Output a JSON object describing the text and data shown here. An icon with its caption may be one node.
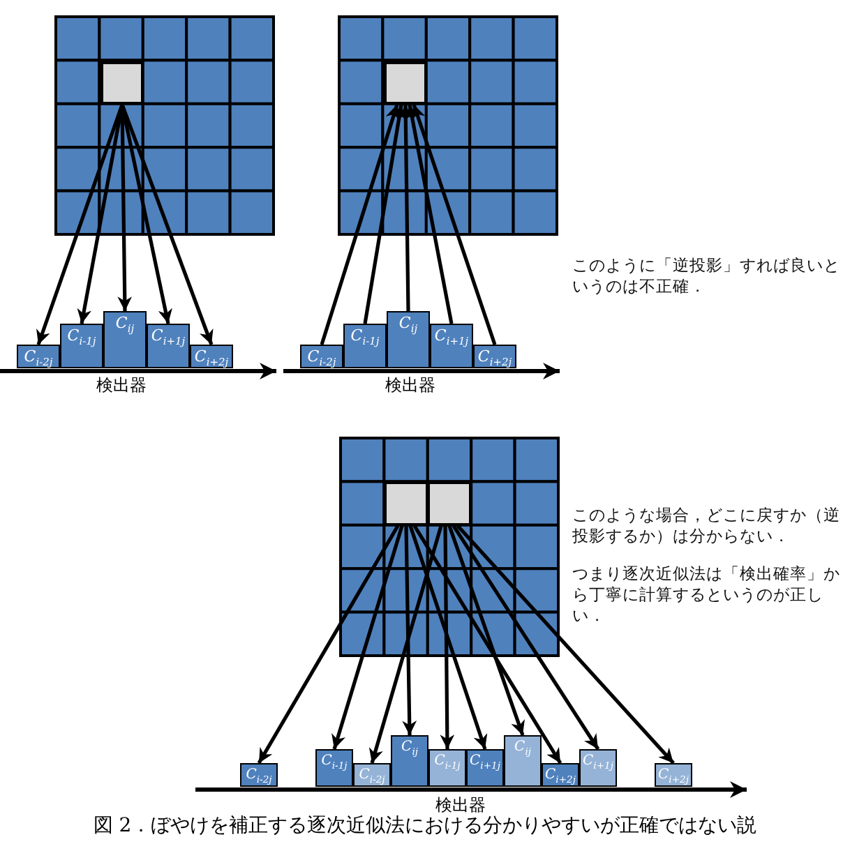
{
  "diagram": {
    "caption": "図 2．ぼやけを補正する逐次近似法における分かりやすいが正確ではない説",
    "nodes": [
      {
        "text": [],
        "shape": "box"
      },
      {
        "text": [
          "C$_{i-2j}$"
        ]
      },
      {
        "text": [
          "C$_{i-1j}$"
        ]
      },
      {
        "text": [
          "C$_{ij}$"
        ]
      },
      {
        "text": [
          "C$_{i+1j}$"
        ]
      },
      {
        "text": [
          "C$_{i+2j}$"
        ]
      },
      {
        "text": [],
        "shape": "box"
      },
      {
        "text": [
          "C$_{i-2j}$"
        ]
      },
      {
        "text": [
          "C$_{i-1j}$"
        ]
      },
      {
        "text": [
          "C$_{ij}$"
        ]
      },
      {
        "text": [
          "C$_{i+1j}$"
        ]
      },
      {
        "text": [
          "C$_{i+2j}$"
        ]
      },
      {
        "text": [],
        "shape": "box"
      },
      {
        "text": [],
        "shape": "box"
      },
      {
        "text": [
          "C$_{i-2j}$"
        ]
      },
      {
        "text": [
          "C$_{i-1j}$"
        ]
      },
      {
        "text": [
          "C$_{ij}$"
        ]
      },
      {
        "text": [
          "C$_{i+1j}$"
        ]
      },
      {
        "text": [
          "C$_{i+2j}$"
        ]
      },
      {
        "text": [
          "C$_{i-2j}$"
        ]
      },
      {
        "text": [
          "C$_{i-1j}$"
        ]
      },
      {
        "text": [
          "C$_{ij}$"
        ]
      },
      {
        "text": [
          "C$_{i+1j}$"
        ]
      },
      {
        "text": [
          "C$_{i+2j}$"
        ]
      }
    ],
    "edges": [
      {
        "from": 0,
        "to": 1,
        "arrow": "to"
      },
      {
        "from": 0,
        "to": 2,
        "arrow": "to"
      },
      {
        "from": 0,
        "to": 3,
        "arrow": "to"
      },
      {
        "from": 0,
        "to": 4,
        "arrow": "to"
      },
      {
        "from": 0,
        "to": 5,
        "arrow": "to"
      },
      {
        "from": 7,
        "to": 6,
        "arrow": "to"
      },
      {
        "from": 8,
        "to": 6,
        "arrow": "to"
      },
      {
        "from": 9,
        "to": 6,
        "arrow": "to"
      },
      {
        "from": 10,
        "to": 6,
        "arrow": "to"
      },
      {
        "from": 11,
        "to": 6,
        "arrow": "to"
      },
      {
        "from": 12,
        "to": 14,
        "arrow": "to"
      },
      {
        "from": 12,
        "to": 15,
        "arrow": "to"
      },
      {
        "from": 12,
        "to": 16,
        "arrow": "to"
      },
      {
        "from": 12,
        "to": 17,
        "arrow": "to"
      },
      {
        "from": 12,
        "to": 18,
        "arrow": "to"
      },
      {
        "from": 13,
        "to": 19,
        "arrow": "to"
      },
      {
        "from": 13,
        "to": 20,
        "arrow": "to"
      },
      {
        "from": 13,
        "to": 21,
        "arrow": "to"
      },
      {
        "from": 13,
        "to": 22,
        "arrow": "to"
      },
      {
        "from": 13,
        "to": 23,
        "arrow": "to"
      }
    ],
    "labels": [
      "検出器",
      "検出器",
      "このように「逆投影」すれば良いというのは不正確．",
      "このような場合，どこに戻すか（逆投影するか）は分からない．",
      "つまり逐次近似法は「検出確率」から丁寧に計算するというのが正しい．",
      "検出器"
    ]
  }
}
